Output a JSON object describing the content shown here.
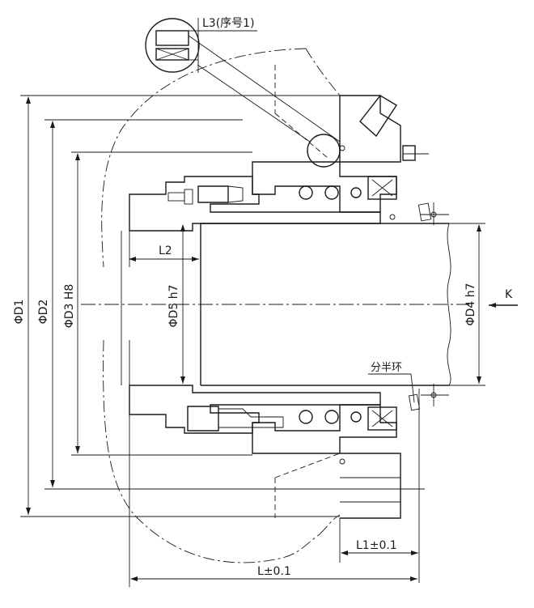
{
  "labels": {
    "l3": "L3(序号1)",
    "d1": "ΦD1",
    "d2": "ΦD2",
    "d3": "ΦD3 H8",
    "d5": "ΦD5 h7",
    "d4": "ΦD4 h7",
    "l2": "L2",
    "l1": "L1±0.1",
    "l": "L±0.1",
    "split_ring": "分半环",
    "view": "K"
  }
}
